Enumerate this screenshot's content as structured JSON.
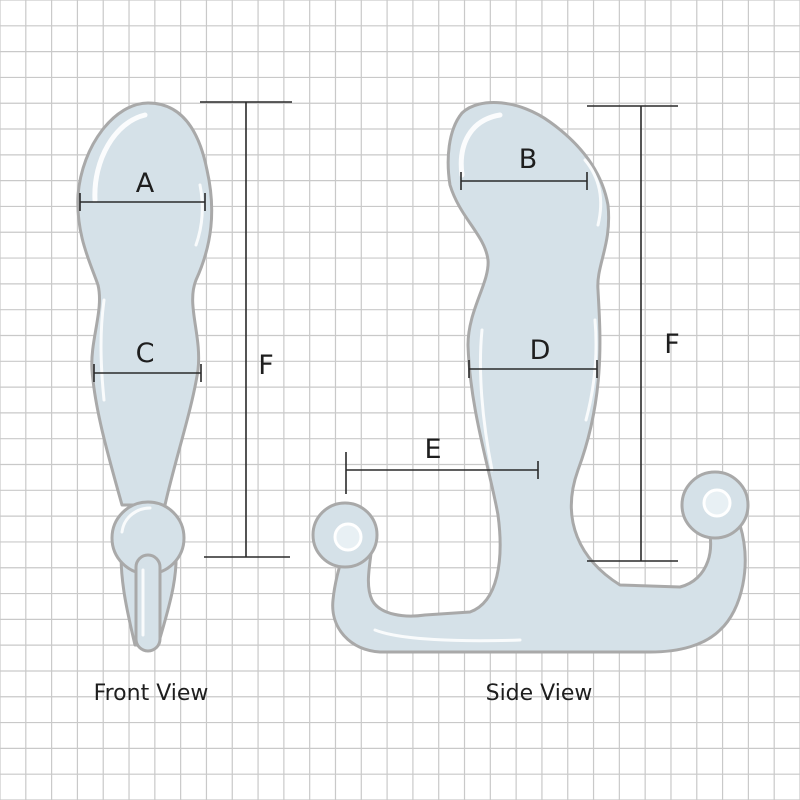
{
  "views": {
    "front": {
      "caption": "Front View"
    },
    "side": {
      "caption": "Side View"
    }
  },
  "dimensions": {
    "A": "A",
    "B": "B",
    "C": "C",
    "D": "D",
    "E": "E",
    "F_front": "F",
    "F_side": "F"
  },
  "colors": {
    "grid": "#c9c9c9",
    "body": "#d5e1e8",
    "outline": "#a9a9a9",
    "dimension_line": "#2a2a2a",
    "text": "#1e1e1e"
  }
}
